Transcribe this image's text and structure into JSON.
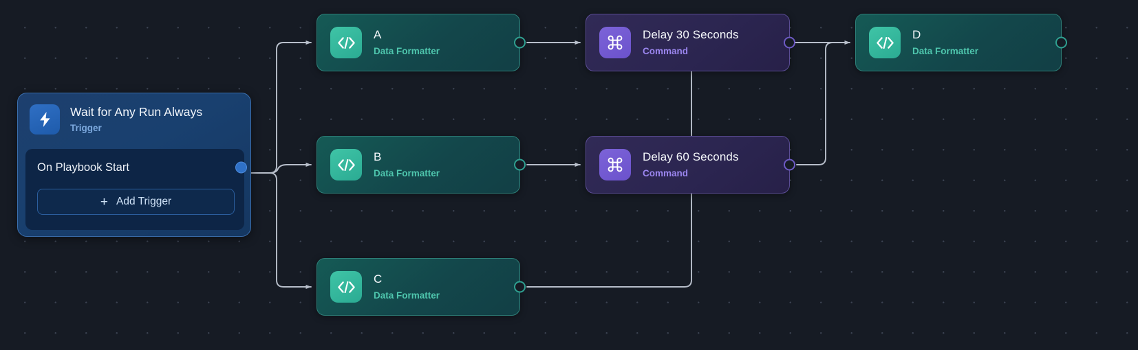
{
  "canvas": {
    "background": "#161b24",
    "grid_dot_color": "#3a4150"
  },
  "trigger": {
    "icon": "lightning-bolt-icon",
    "title": "Wait for Any Run Always",
    "subtitle": "Trigger",
    "row_label": "On Playbook Start",
    "add_button_label": "Add Trigger",
    "add_button_icon": "plus-icon",
    "accent": "#2f71c7",
    "card_border": "#3b6fae"
  },
  "nodes": [
    {
      "id": "a",
      "title": "A",
      "subtitle": "Data Formatter",
      "icon": "code-brackets-icon",
      "type": "teal",
      "accent": "#2bab93"
    },
    {
      "id": "b",
      "title": "B",
      "subtitle": "Data Formatter",
      "icon": "code-brackets-icon",
      "type": "teal",
      "accent": "#2bab93"
    },
    {
      "id": "c",
      "title": "C",
      "subtitle": "Data Formatter",
      "icon": "code-brackets-icon",
      "type": "teal",
      "accent": "#2bab93"
    },
    {
      "id": "d",
      "title": "D",
      "subtitle": "Data Formatter",
      "icon": "code-brackets-icon",
      "type": "teal",
      "accent": "#2bab93"
    },
    {
      "id": "delay30",
      "title": "Delay 30 Seconds",
      "subtitle": "Command",
      "icon": "command-key-icon",
      "type": "purple",
      "accent": "#6b52cc"
    },
    {
      "id": "delay60",
      "title": "Delay 60 Seconds",
      "subtitle": "Command",
      "icon": "command-key-icon",
      "type": "purple",
      "accent": "#6b52cc"
    }
  ],
  "edges": {
    "stroke": "#b8bfcb",
    "list": [
      {
        "from": "trigger",
        "to": "a"
      },
      {
        "from": "trigger",
        "to": "b"
      },
      {
        "from": "trigger",
        "to": "c"
      },
      {
        "from": "a",
        "to": "delay30"
      },
      {
        "from": "b",
        "to": "delay60"
      },
      {
        "from": "delay30",
        "to": "d"
      },
      {
        "from": "delay60",
        "to": "d"
      },
      {
        "from": "c",
        "to": "d"
      }
    ]
  }
}
